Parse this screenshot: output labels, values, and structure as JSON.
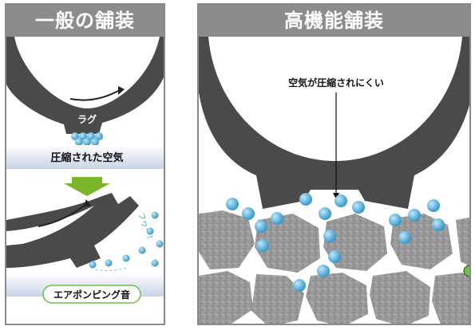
{
  "left_panel": {
    "title": "一般の舗装",
    "lug_label": "ラグ",
    "compressed_air_label": "圧縮された空気",
    "pump_label": "エアポンピング音",
    "escape_text": "フヮー！"
  },
  "right_panel": {
    "title": "高機能舗装",
    "annotation": "空気が圧縮されにくい"
  },
  "colors": {
    "tire": "#4a4a4a",
    "banner": "#8c8c8c",
    "air_bubble": "#3fa9d6",
    "aggregate": "#8f8f8f",
    "arrow": "#7ab52a",
    "marker": "#6cc04a"
  },
  "icons": [
    "air-bubble-icon",
    "down-arrow-icon",
    "rotation-arrow-icon"
  ]
}
